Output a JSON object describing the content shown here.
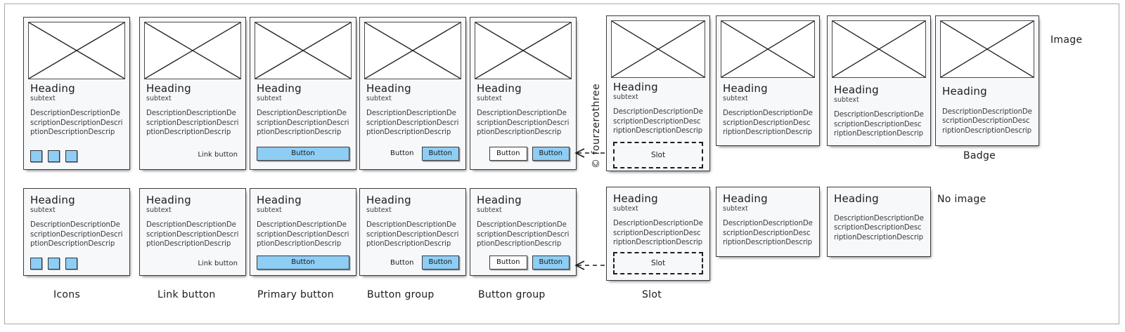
{
  "page": {
    "watermark": "© fourzerothree",
    "accent_blue": "#8ecdf4",
    "card_bg": "#f7f8fa",
    "border_color": "#3b3b3d"
  },
  "strings": {
    "heading": "Heading",
    "subtext": "subtext",
    "description": "DescriptionDescriptionDescriptionDescriptionDescriptionDescriptionDescrip",
    "button": "Button",
    "link_button": "Link button",
    "slot": "Slot"
  },
  "row_labels": {
    "icons": "Icons",
    "link_button": "Link button",
    "primary_button": "Primary button",
    "button_group_1": "Button group",
    "button_group_2": "Button group",
    "slot": "Slot",
    "badge": "Badge",
    "image": "Image",
    "no_image": "No image"
  },
  "row1": {
    "cards": [
      {
        "variant": "icons",
        "has_image": true,
        "heading": "Heading",
        "subtext": "subtext",
        "description": "DescriptionDescriptionDescriptionDescriptionDescriptionDescriptionDescrip",
        "actions": []
      },
      {
        "variant": "link",
        "has_image": true,
        "heading": "Heading",
        "subtext": "subtext",
        "description": "DescriptionDescriptionDescriptionDescriptionDescriptionDescriptionDescrip",
        "actions": [
          "Link button"
        ]
      },
      {
        "variant": "primary",
        "has_image": true,
        "heading": "Heading",
        "subtext": "subtext",
        "description": "DescriptionDescriptionDescriptionDescriptionDescriptionDescriptionDescrip",
        "actions": [
          "Button"
        ]
      },
      {
        "variant": "group-text",
        "has_image": true,
        "heading": "Heading",
        "subtext": "subtext",
        "description": "DescriptionDescriptionDescriptionDescriptionDescriptionDescriptionDescrip",
        "actions": [
          "Button",
          "Button"
        ]
      },
      {
        "variant": "group-outline",
        "has_image": true,
        "heading": "Heading",
        "subtext": "subtext",
        "description": "DescriptionDescriptionDescriptionDescriptionDescriptionDescriptionDescrip",
        "actions": [
          "Button",
          "Button"
        ]
      },
      {
        "variant": "slot",
        "has_image": true,
        "heading": "Heading",
        "subtext": "subtext",
        "description": "DescriptionDescriptionDescriptionDescriptionDescriptionDescriptionDescrip",
        "actions": [
          "Slot"
        ]
      },
      {
        "variant": "plain",
        "has_image": true,
        "heading": "Heading",
        "subtext": "subtext",
        "description": "DescriptionDescriptionDescriptionDescriptionDescriptionDescriptionDescrip",
        "actions": []
      },
      {
        "variant": "plain",
        "has_image": true,
        "heading": "Heading",
        "subtext": "subtext",
        "description": "DescriptionDescriptionDescriptionDescriptionDescriptionDescriptionDescrip",
        "actions": []
      },
      {
        "variant": "no-subtext",
        "has_image": true,
        "heading": "Heading",
        "subtext": "",
        "description": "DescriptionDescriptionDescriptionDescriptionDescriptionDescriptionDescrip",
        "actions": []
      }
    ]
  },
  "row2": {
    "cards": [
      {
        "variant": "icons",
        "has_image": false,
        "heading": "Heading",
        "subtext": "subtext",
        "description": "DescriptionDescriptionDescriptionDescriptionDescriptionDescriptionDescrip",
        "actions": []
      },
      {
        "variant": "link",
        "has_image": false,
        "heading": "Heading",
        "subtext": "subtext",
        "description": "DescriptionDescriptionDescriptionDescriptionDescriptionDescriptionDescrip",
        "actions": [
          "Link button"
        ]
      },
      {
        "variant": "primary",
        "has_image": false,
        "heading": "Heading",
        "subtext": "subtext",
        "description": "DescriptionDescriptionDescriptionDescriptionDescriptionDescriptionDescrip",
        "actions": [
          "Button"
        ]
      },
      {
        "variant": "group-text",
        "has_image": false,
        "heading": "Heading",
        "subtext": "subtext",
        "description": "DescriptionDescriptionDescriptionDescriptionDescriptionDescriptionDescrip",
        "actions": [
          "Button",
          "Button"
        ]
      },
      {
        "variant": "group-outline",
        "has_image": false,
        "heading": "Heading",
        "subtext": "subtext",
        "description": "DescriptionDescriptionDescriptionDescriptionDescriptionDescriptionDescrip",
        "actions": [
          "Button",
          "Button"
        ]
      },
      {
        "variant": "slot",
        "has_image": false,
        "heading": "Heading",
        "subtext": "subtext",
        "description": "DescriptionDescriptionDescriptionDescriptionDescriptionDescriptionDescrip",
        "actions": [
          "Slot"
        ]
      },
      {
        "variant": "plain",
        "has_image": false,
        "heading": "Heading",
        "subtext": "subtext",
        "description": "DescriptionDescriptionDescriptionDescriptionDescriptionDescriptionDescrip",
        "actions": []
      },
      {
        "variant": "no-subtext",
        "has_image": false,
        "heading": "Heading",
        "subtext": "",
        "description": "DescriptionDescriptionDescriptionDescriptionDescriptionDescriptionDescrip",
        "actions": []
      }
    ]
  }
}
